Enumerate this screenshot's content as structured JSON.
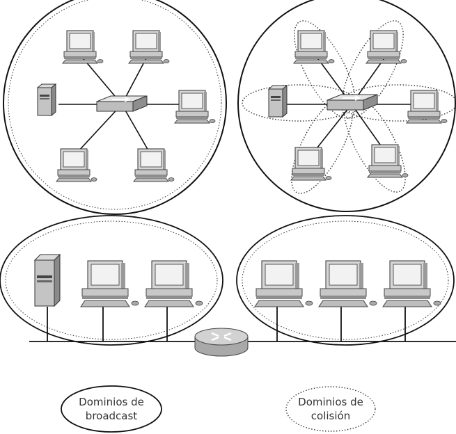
{
  "legend": {
    "broadcast": {
      "line1": "Dominios de",
      "line2": "broadcast"
    },
    "collision": {
      "line1": "Dominios de",
      "line2": "colisión"
    }
  },
  "icons": {
    "hub_star": {
      "center": "switch-icon",
      "server": "server-icon",
      "pcs": [
        "pc-icon",
        "pc-icon",
        "pc-icon",
        "pc-icon",
        "pc-icon"
      ]
    },
    "switch_star": {
      "center": "switch-icon",
      "server": "server-icon",
      "pcs": [
        "pc-icon",
        "pc-icon",
        "pc-icon",
        "pc-icon",
        "pc-icon"
      ]
    },
    "bus": {
      "router": "router-icon",
      "left_segment": [
        "server-icon",
        "pc-icon",
        "pc-icon"
      ],
      "right_segment": [
        "pc-icon",
        "pc-icon",
        "pc-icon"
      ]
    }
  },
  "colors": {
    "line": "#111111",
    "device_light": "#d9d9d9",
    "device_mid": "#bdbdbd",
    "device_dark": "#8a8a8a",
    "screen": "#f4f4f4"
  }
}
